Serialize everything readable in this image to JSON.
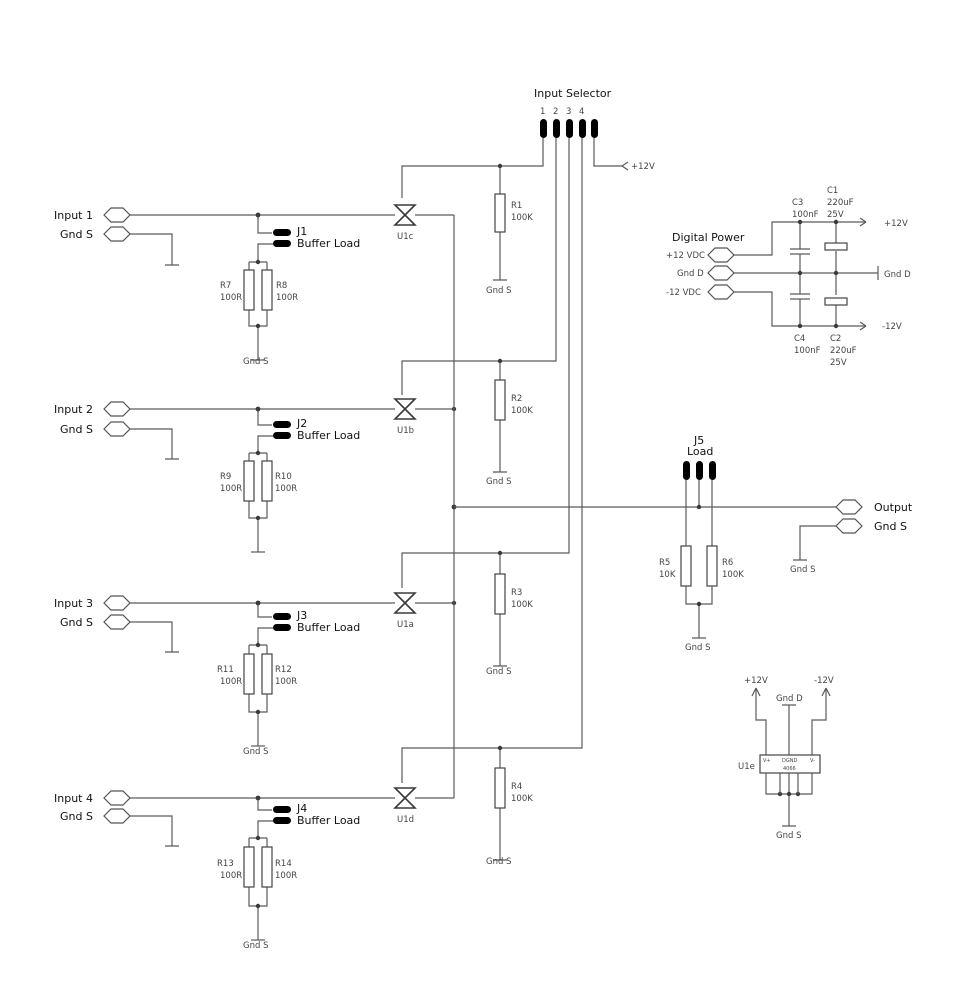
{
  "title": "Input Selector",
  "selector_pins": [
    "1",
    "2",
    "3",
    "4"
  ],
  "supply_pos": "+12V",
  "supply_neg": "-12V",
  "channels": [
    {
      "input": "Input 1",
      "gnd": "Gnd S",
      "jumper": "J1",
      "jumper_text": "Buffer Load",
      "ra": "R7",
      "ra_val": "100R",
      "rb": "R8",
      "rb_val": "100R",
      "gnd_label": "Gnd S",
      "switch": "U1c",
      "rsel": "R1",
      "rsel_val": "100K",
      "rsel_gnd": "Gnd S"
    },
    {
      "input": "Input 2",
      "gnd": "Gnd S",
      "jumper": "J2",
      "jumper_text": "Buffer Load",
      "ra": "R9",
      "ra_val": "100R",
      "rb": "R10",
      "rb_val": "100R",
      "gnd_label": "",
      "switch": "U1b",
      "rsel": "R2",
      "rsel_val": "100K",
      "rsel_gnd": "Gnd S"
    },
    {
      "input": "Input 3",
      "gnd": "Gnd S",
      "jumper": "J3",
      "jumper_text": "Buffer Load",
      "ra": "R11",
      "ra_val": "100R",
      "rb": "R12",
      "rb_val": "100R",
      "gnd_label": "Gnd S",
      "switch": "U1a",
      "rsel": "R3",
      "rsel_val": "100K",
      "rsel_gnd": "Gnd S"
    },
    {
      "input": "Input 4",
      "gnd": "Gnd S",
      "jumper": "J4",
      "jumper_text": "Buffer Load",
      "ra": "R13",
      "ra_val": "100R",
      "rb": "R14",
      "rb_val": "100R",
      "gnd_label": "Gnd S",
      "switch": "U1d",
      "rsel": "R4",
      "rsel_val": "100K",
      "rsel_gnd": "Gnd S"
    }
  ],
  "power": {
    "title": "Digital Power",
    "ports": [
      "+12 VDC",
      "Gnd D",
      "-12 VDC"
    ],
    "out_pos": "+12V",
    "out_gnd": "Gnd D",
    "out_neg": "-12V",
    "c3": {
      "name": "C3",
      "value": "100nF"
    },
    "c1": {
      "name": "C1",
      "value": "220uF",
      "rating": "25V"
    },
    "c4": {
      "name": "C4",
      "value": "100nF"
    },
    "c2": {
      "name": "C2",
      "value": "220uF",
      "rating": "25V"
    }
  },
  "load": {
    "title": "J5",
    "subtitle": "Load",
    "r5": {
      "name": "R5",
      "value": "10K"
    },
    "r6": {
      "name": "R6",
      "value": "100K"
    },
    "gnd": "Gnd S"
  },
  "output": {
    "label": "Output",
    "gnd": "Gnd S",
    "gnd_sym": "Gnd S"
  },
  "chip": {
    "name": "U1e",
    "vpos": "+12V",
    "vneg": "-12V",
    "gnd_top": "Gnd D",
    "gnd_bottom": "Gnd S",
    "pin_labels": [
      "V+",
      "DGND",
      "V-"
    ],
    "part": "4066"
  }
}
